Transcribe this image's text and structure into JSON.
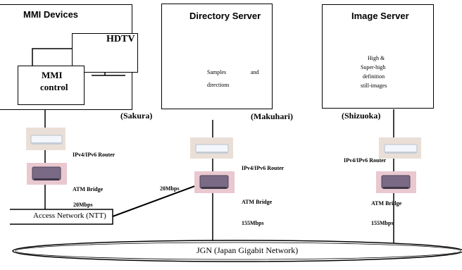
{
  "mmi_panel": {
    "title": "MMI Devices",
    "hdtv_label": "HDTV",
    "control_label_1": "MMI",
    "control_label_2": "control",
    "site": "(Sakura)"
  },
  "directory_panel": {
    "title": "Directory Server",
    "db_label_1": "Samples",
    "db_label_2": "and",
    "db_label_3": "directions",
    "site": "(Makuhari)"
  },
  "image_panel": {
    "title": "Image Server",
    "db_label_1": "High &",
    "db_label_2": "Super-high",
    "db_label_3": "definition",
    "db_label_4": "still-images",
    "site": "(Shizuoka)"
  },
  "devices": {
    "router_label": "IPv4/IPv6 Router",
    "bridge_label": "ATM Bridge"
  },
  "links": {
    "sakura_speed": "20Mbps",
    "makuhari_access_speed": "20Mbps",
    "makuhari_speed": "155Mbps",
    "shizuoka_speed": "155Mbps"
  },
  "access_network": "Access Network (NTT)",
  "jgn": "JGN (Japan Gigabit Network)",
  "colors": {
    "router_bg": "#eadfd7",
    "router_body": "#f3f6fb",
    "bridge_bg": "#e9c8d0",
    "bridge_body": "#7a6a86"
  }
}
